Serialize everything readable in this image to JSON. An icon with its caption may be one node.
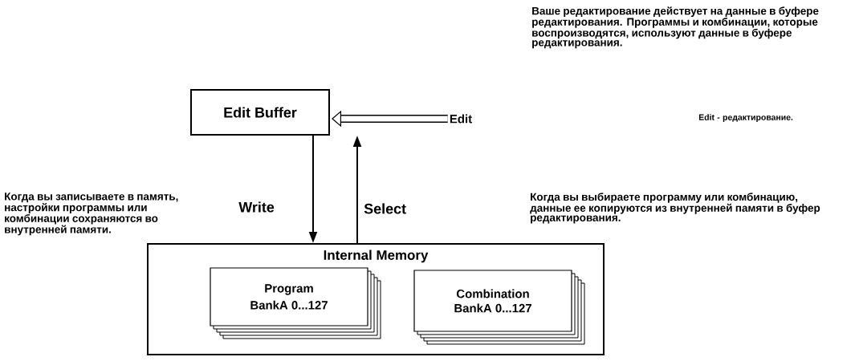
{
  "diagram": {
    "nodes": [
      {
        "text": [
          "Edit Buffer"
        ]
      },
      {
        "text": [
          "Internal Memory"
        ]
      },
      {
        "text": [
          "Program",
          "BankA  0...127"
        ],
        "in": 1
      },
      {
        "text": [
          "Combination",
          "BankA  0...127"
        ],
        "in": 1
      },
      {
        "text": [
          "Edit"
        ]
      }
    ],
    "edges": [
      {
        "from": 0,
        "to": 1,
        "arrow": "to",
        "label": "Write"
      },
      {
        "from": 1,
        "to": 0,
        "arrow": "to",
        "label": "Select"
      },
      {
        "from": 4,
        "to": 0,
        "arrow": "to",
        "style": "thick"
      }
    ],
    "labels": [
      "Ваше редактирование действует на данные в буфере редактирования.  Программы и комбинации, которые воспроизводятся, используют данные в буфере редактирования.",
      "Edit - редактирование.",
      "Когда вы записываете в память, настройки  программы или комбинации сохраняются во внутренней памяти.",
      "Когда вы выбираете программу или комбинацию, данные ее копируются из внутренней памяти в буфер редактирования."
    ]
  }
}
